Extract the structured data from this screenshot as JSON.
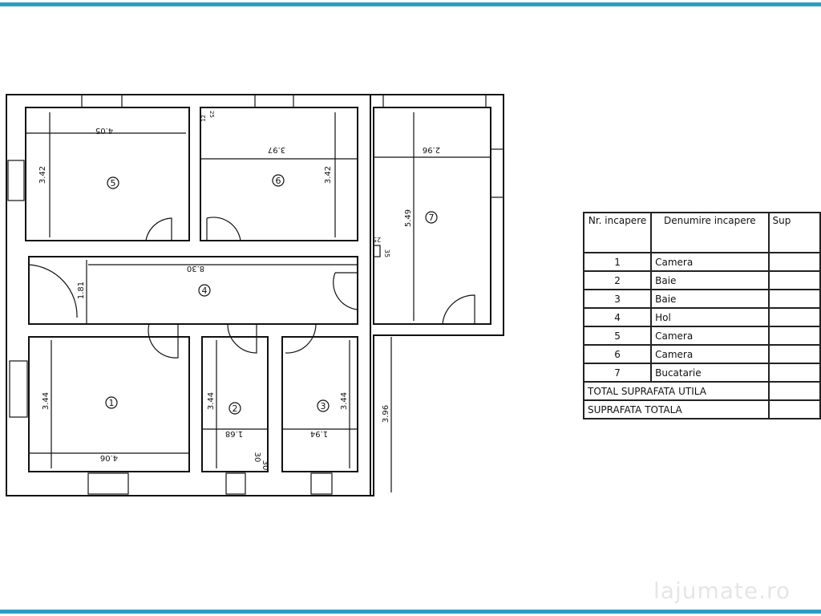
{
  "accent_color": "#2a9fc6",
  "rooms": {
    "r1": "1",
    "r2": "2",
    "r3": "3",
    "r4": "4",
    "r5": "5",
    "r6": "6",
    "r7": "7"
  },
  "dims": {
    "r5_w": "4.05",
    "r5_h": "3.42",
    "r6_w": "3.97",
    "r6_h": "3.42",
    "r7_w": "2.96",
    "r7_h": "5.49",
    "hall_w": "8.30",
    "hall_h": "1.81",
    "r1_h": "3.44",
    "r1_w": "4.06",
    "r2_h": "3.44",
    "r2_w": "1.68",
    "r2_a": "30",
    "r2_b": "30",
    "r3_h": "3.44",
    "r3_w": "1.94",
    "total_h": "3.96",
    "duct_a": "25",
    "duct_b": "35",
    "small_a": "12",
    "small_b": "25"
  },
  "table": {
    "headers": [
      "Nr. incapere",
      "Denumire incapere",
      "Sup"
    ],
    "rows": [
      {
        "nr": "1",
        "name": "Camera"
      },
      {
        "nr": "2",
        "name": "Baie"
      },
      {
        "nr": "3",
        "name": "Baie"
      },
      {
        "nr": "4",
        "name": "Hol"
      },
      {
        "nr": "5",
        "name": "Camera"
      },
      {
        "nr": "6",
        "name": "Camera"
      },
      {
        "nr": "7",
        "name": "Bucatarie"
      }
    ],
    "total_util": "TOTAL SUPRAFATA UTILA",
    "total": "SUPRAFATA TOTALA"
  },
  "watermark": "lajumate.ro"
}
